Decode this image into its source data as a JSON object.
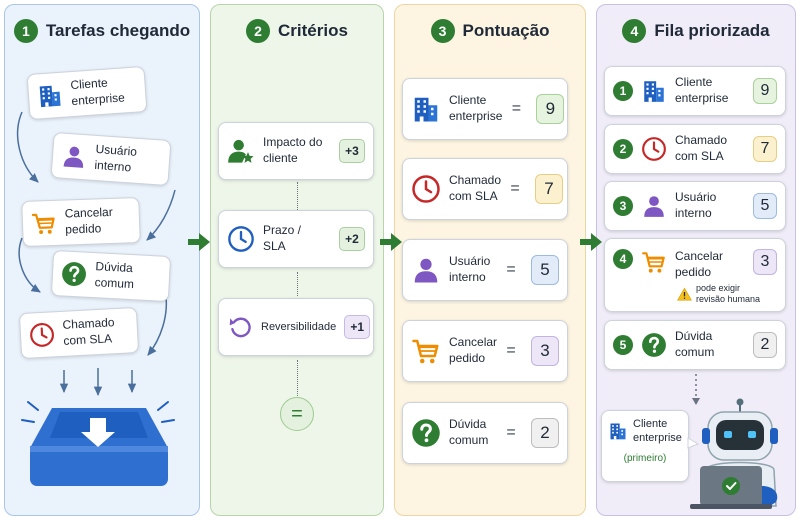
{
  "panels": [
    {
      "num": "1",
      "title": "Tarefas chegando"
    },
    {
      "num": "2",
      "title": "Critérios"
    },
    {
      "num": "3",
      "title": "Pontuação"
    },
    {
      "num": "4",
      "title": "Fila priorizada"
    }
  ],
  "tasks": [
    {
      "label": "Cliente\nenterprise",
      "icon": "building-icon"
    },
    {
      "label": "Usuário\ninterno",
      "icon": "person-icon"
    },
    {
      "label": "Cancelar\npedido",
      "icon": "shopping-cart-icon"
    },
    {
      "label": "Dúvida\ncomum",
      "icon": "question-circle-icon"
    },
    {
      "label": "Chamado\ncom SLA",
      "icon": "clock-icon"
    }
  ],
  "criteria": [
    {
      "label": "Impacto do\ncliente",
      "weight": "+3",
      "icon": "person-star-icon"
    },
    {
      "label": "Prazo /\nSLA",
      "weight": "+2",
      "icon": "clock-icon"
    },
    {
      "label": "Reversibilidade",
      "weight": "+1",
      "icon": "undo-arrow-icon"
    }
  ],
  "criteria_total": "=",
  "scores": [
    {
      "label": "Cliente\nenterprise",
      "equals": "=",
      "score": "9",
      "icon": "building-icon"
    },
    {
      "label": "Chamado\ncom SLA",
      "equals": "=",
      "score": "7",
      "icon": "clock-icon"
    },
    {
      "label": "Usuário\ninterno",
      "equals": "=",
      "score": "5",
      "icon": "person-icon"
    },
    {
      "label": "Cancelar\npedido",
      "equals": "=",
      "score": "3",
      "icon": "shopping-cart-icon"
    },
    {
      "label": "Dúvida\ncomum",
      "equals": "=",
      "score": "2",
      "icon": "question-circle-icon"
    }
  ],
  "queue": [
    {
      "rank": "1",
      "label": "Cliente\nenterprise",
      "score": "9",
      "icon": "building-icon"
    },
    {
      "rank": "2",
      "label": "Chamado\ncom SLA",
      "score": "7",
      "icon": "clock-icon"
    },
    {
      "rank": "3",
      "label": "Usuário\ninterno",
      "score": "5",
      "icon": "person-icon"
    },
    {
      "rank": "4",
      "label": "Cancelar\npedido",
      "score": "3",
      "icon": "shopping-cart-icon",
      "note": "pode exigir\nrevisão humana",
      "note_icon": "warning-icon"
    },
    {
      "rank": "5",
      "label": "Dúvida\ncomum",
      "score": "2",
      "icon": "question-circle-icon"
    }
  ],
  "agent_bubble": {
    "label": "Cliente\nenterprise",
    "sub": "(primeiro)",
    "icon": "building-icon"
  },
  "robot": {
    "icon": "robot-agent-icon",
    "laptop_icon": "laptop-check-icon"
  },
  "inbox": {
    "icon": "inbox-tray-icon"
  },
  "colors": {
    "green": "#2e7d32",
    "blue": "#1f5fbf",
    "red": "#c62828",
    "purple": "#7e57c2",
    "orange": "#ef8c00"
  }
}
